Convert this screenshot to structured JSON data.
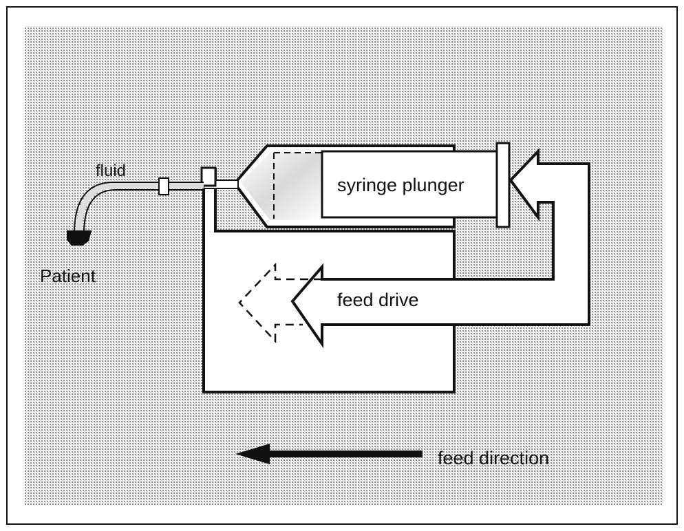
{
  "labels": {
    "fluid": "fluid",
    "patient": "Patient",
    "syringe_plunger": "syringe plunger",
    "feed_drive": "feed drive",
    "feed_direction": "feed direction"
  },
  "colors": {
    "ink": "#111111",
    "paper": "#ffffff",
    "dot_background": "#c8c8c8"
  }
}
